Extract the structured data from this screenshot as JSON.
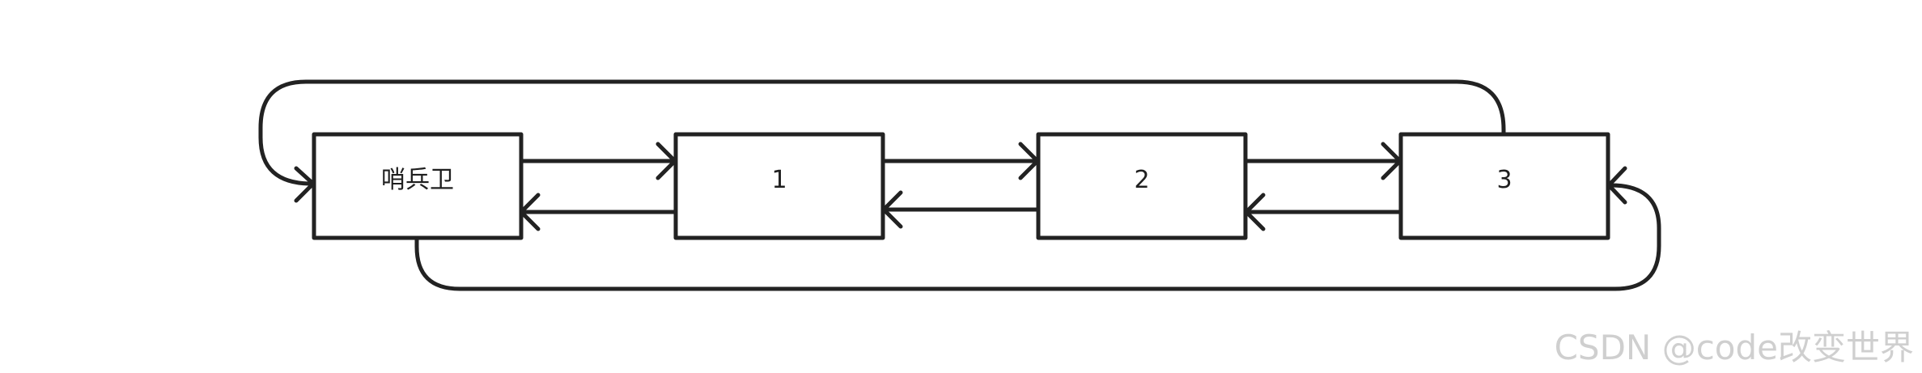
{
  "diagram": {
    "nodes": [
      {
        "id": "sentinel",
        "label": "哨兵卫"
      },
      {
        "id": "n1",
        "label": "1"
      },
      {
        "id": "n2",
        "label": "2"
      },
      {
        "id": "n3",
        "label": "3"
      }
    ],
    "edges": [
      {
        "from": "sentinel",
        "to": "n1",
        "kind": "next"
      },
      {
        "from": "n1",
        "to": "n2",
        "kind": "next"
      },
      {
        "from": "n2",
        "to": "n3",
        "kind": "next"
      },
      {
        "from": "n1",
        "to": "sentinel",
        "kind": "prev"
      },
      {
        "from": "n2",
        "to": "n1",
        "kind": "prev"
      },
      {
        "from": "n3",
        "to": "n2",
        "kind": "prev"
      },
      {
        "from": "n3",
        "to": "sentinel",
        "kind": "wrap-top"
      },
      {
        "from": "sentinel",
        "to": "n3",
        "kind": "wrap-bottom"
      }
    ],
    "stroke_color": "#222222"
  },
  "watermark": {
    "text": "CSDN @code改变世界"
  }
}
